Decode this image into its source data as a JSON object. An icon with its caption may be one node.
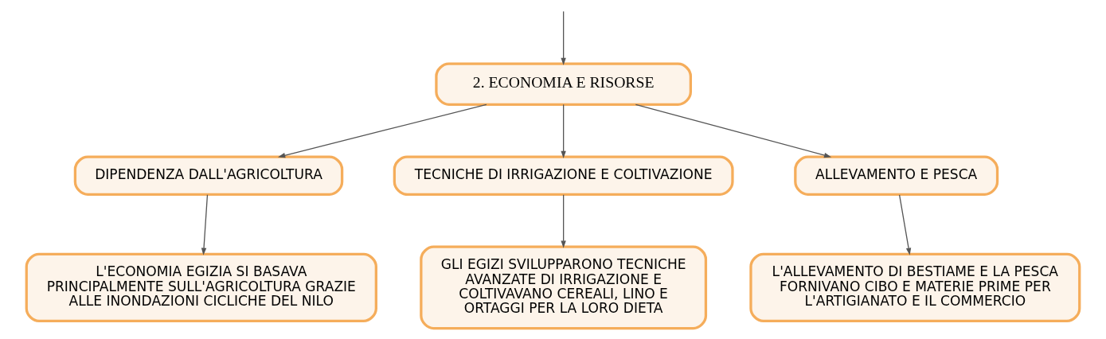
{
  "diagram": {
    "nodes": [
      {
        "text": [
          "2. ECONOMIA E RISORSE"
        ]
      },
      {
        "text": [
          "DIPENDENZA DALL'AGRICOLTURA"
        ]
      },
      {
        "text": [
          "TECNICHE DI IRRIGAZIONE E COLTIVAZIONE"
        ]
      },
      {
        "text": [
          "ALLEVAMENTO E PESCA"
        ]
      },
      {
        "text": [
          "L'ECONOMIA EGIZIA SI BASAVA PRINCIPALMENTE SULL'AGRICOLTURA GRAZIE ALLE INONDAZIONI CICLICHE DEL NILO"
        ]
      },
      {
        "text": [
          "GLI EGIZI SVILUPPARONO TECNICHE AVANZATE DI IRRIGAZIONE E COLTIVAVANO CEREALI, LINO E ORTAGGI PER LA LORO DIETA"
        ]
      },
      {
        "text": [
          "L'ALLEVAMENTO DI BESTIAME E LA PESCA FORNIVANO CIBO E MATERIE PRIME PER L'ARTIGIANATO E IL COMMERCIO"
        ]
      }
    ],
    "edges": [
      {
        "from": null,
        "to": 0,
        "arrow": "to"
      },
      {
        "from": 0,
        "to": 1,
        "arrow": "to"
      },
      {
        "from": 0,
        "to": 2,
        "arrow": "to"
      },
      {
        "from": 0,
        "to": 3,
        "arrow": "to"
      },
      {
        "from": 1,
        "to": 4,
        "arrow": "to"
      },
      {
        "from": 2,
        "to": 5,
        "arrow": "to"
      },
      {
        "from": 3,
        "to": 6,
        "arrow": "to"
      }
    ]
  }
}
